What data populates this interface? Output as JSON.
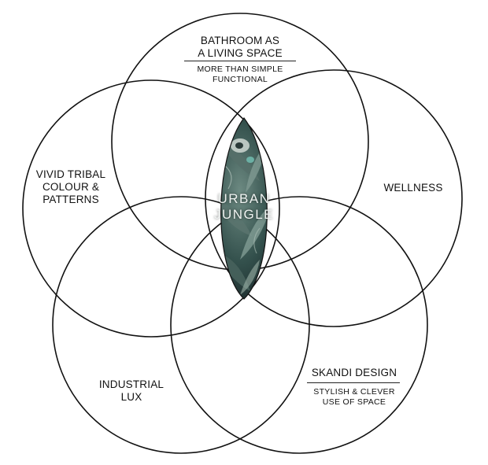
{
  "center": {
    "line1": "URBAN",
    "line2": "JUNGLE",
    "colors": {
      "dark": "#1b2a2b",
      "mid": "#3f5a55",
      "light": "#9fb3aa",
      "accent": "#6fb8ac"
    }
  },
  "top": {
    "title_line1": "BATHROOM AS",
    "title_line2": "A LIVING SPACE",
    "subtitle_line1": "MORE THAN SIMPLE",
    "subtitle_line2": "FUNCTIONAL"
  },
  "left": {
    "line1": "VIVID TRIBAL",
    "line2": "COLOUR &",
    "line3": "PATTERNS"
  },
  "right": {
    "line1": "WELLNESS"
  },
  "bottom_left": {
    "line1": "INDUSTRIAL",
    "line2": "LUX"
  },
  "bottom_right": {
    "title": "SKANDI DESIGN",
    "subtitle_line1": "STYLISH & CLEVER",
    "subtitle_line2": "USE OF SPACE"
  }
}
